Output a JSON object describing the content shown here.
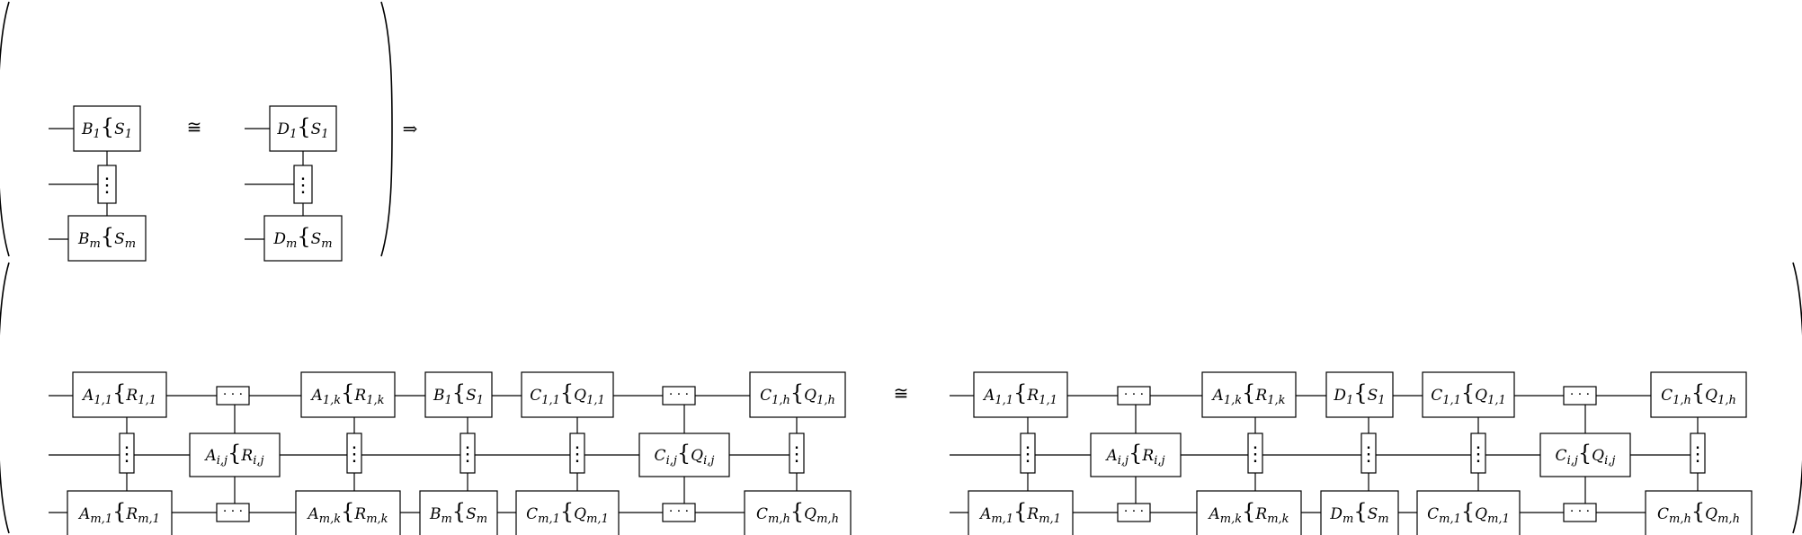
{
  "relations": {
    "iso": "≅",
    "implies": "⇒"
  },
  "dots": {
    "vertical": "⋮",
    "horizontal": "· · ·"
  },
  "premise": {
    "left": {
      "top": {
        "a": "B",
        "as": "1",
        "b": "S",
        "bs": "1"
      },
      "bottom": {
        "a": "B",
        "as": "m",
        "b": "S",
        "bs": "m"
      }
    },
    "right": {
      "top": {
        "a": "D",
        "as": "1",
        "b": "S",
        "bs": "1"
      },
      "bottom": {
        "a": "D",
        "as": "m",
        "b": "S",
        "bs": "m"
      }
    }
  },
  "conclusion": {
    "left": {
      "top": [
        {
          "a": "A",
          "as": "1,1",
          "b": "R",
          "bs": "1,1"
        },
        {
          "dots": true
        },
        {
          "a": "A",
          "as": "1,k",
          "b": "R",
          "bs": "1,k"
        },
        {
          "a": "B",
          "as": "1",
          "b": "S",
          "bs": "1"
        },
        {
          "a": "C",
          "as": "1,1",
          "b": "Q",
          "bs": "1,1"
        },
        {
          "dots": true
        },
        {
          "a": "C",
          "as": "1,h",
          "b": "Q",
          "bs": "1,h"
        }
      ],
      "middle": [
        {
          "a": "A",
          "as": "i,j",
          "b": "R",
          "bs": "i,j"
        },
        {
          "a": "C",
          "as": "i,j",
          "b": "Q",
          "bs": "i,j"
        }
      ],
      "bottom": [
        {
          "a": "A",
          "as": "m,1",
          "b": "R",
          "bs": "m,1"
        },
        {
          "dots": true
        },
        {
          "a": "A",
          "as": "m,k",
          "b": "R",
          "bs": "m,k"
        },
        {
          "a": "B",
          "as": "m",
          "b": "S",
          "bs": "m"
        },
        {
          "a": "C",
          "as": "m,1",
          "b": "Q",
          "bs": "m,1"
        },
        {
          "dots": true
        },
        {
          "a": "C",
          "as": "m,h",
          "b": "Q",
          "bs": "m,h"
        }
      ]
    },
    "right": {
      "top": [
        {
          "a": "A",
          "as": "1,1",
          "b": "R",
          "bs": "1,1"
        },
        {
          "dots": true
        },
        {
          "a": "A",
          "as": "1,k",
          "b": "R",
          "bs": "1,k"
        },
        {
          "a": "D",
          "as": "1",
          "b": "S",
          "bs": "1"
        },
        {
          "a": "C",
          "as": "1,1",
          "b": "Q",
          "bs": "1,1"
        },
        {
          "dots": true
        },
        {
          "a": "C",
          "as": "1,h",
          "b": "Q",
          "bs": "1,h"
        }
      ],
      "middle": [
        {
          "a": "A",
          "as": "i,j",
          "b": "R",
          "bs": "i,j"
        },
        {
          "a": "C",
          "as": "i,j",
          "b": "Q",
          "bs": "i,j"
        }
      ],
      "bottom": [
        {
          "a": "A",
          "as": "m,1",
          "b": "R",
          "bs": "m,1"
        },
        {
          "dots": true
        },
        {
          "a": "A",
          "as": "m,k",
          "b": "R",
          "bs": "m,k"
        },
        {
          "a": "D",
          "as": "m",
          "b": "S",
          "bs": "m"
        },
        {
          "a": "C",
          "as": "m,1",
          "b": "Q",
          "bs": "m,1"
        },
        {
          "dots": true
        },
        {
          "a": "C",
          "as": "m,h",
          "b": "Q",
          "bs": "m,h"
        }
      ]
    }
  }
}
